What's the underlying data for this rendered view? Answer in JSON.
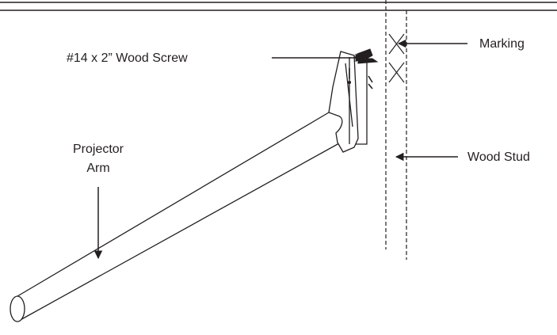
{
  "labels": {
    "screw": "#14 x 2” Wood Screw",
    "marking": "Marking",
    "projector_arm_line1": "Projector",
    "projector_arm_line2": "Arm",
    "wood_stud": "Wood Stud"
  },
  "colors": {
    "line": "#231f20",
    "bracket_fill": "#ffffff"
  }
}
